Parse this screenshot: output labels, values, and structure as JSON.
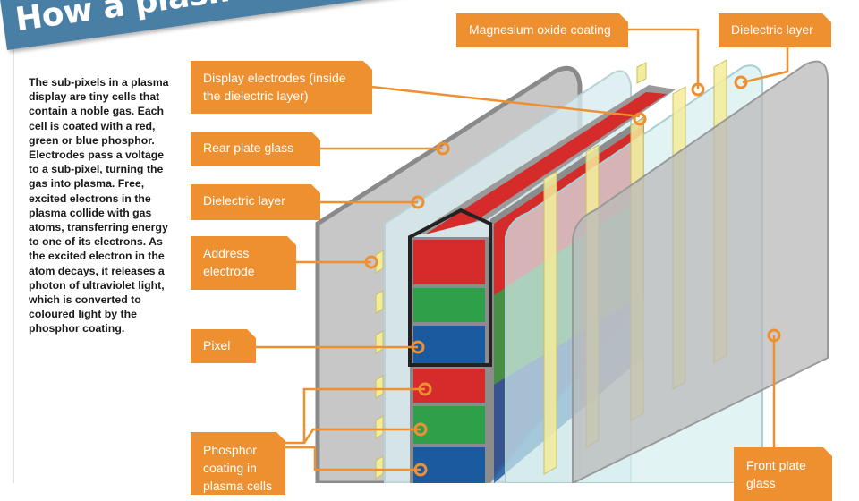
{
  "title": "How a plasma screen works",
  "intro": "The sub-pixels in a plasma display are tiny cells that contain a noble gas. Each cell is coated with a red, green or blue phosphor. Electrodes pass a voltage to a sub-pixel, turning the gas into plasma. Free, excited electrons in the plasma collide with gas atoms, transferring energy to one of its electrons. As the excited electron in the atom decays, it releases a photon of ultraviolet light, which is converted to coloured light by the phosphor coating.",
  "labels": {
    "magnesium_oxide": "Magnesium oxide coating",
    "dielectric_top": "Dielectric layer",
    "display_electrodes": "Display electrodes (inside the dielectric layer)",
    "rear_plate": "Rear plate glass",
    "dielectric_left": "Dielectric layer",
    "address_electrode": "Address electrode",
    "pixel": "Pixel",
    "phosphor": "Phosphor coating in plasma cells",
    "front_plate": "Front plate glass"
  },
  "colors": {
    "accent": "#ee9030",
    "banner": "#4a7fa5",
    "red": "#d62b2b",
    "green": "#2fa04a",
    "blue": "#1c5aa0"
  }
}
